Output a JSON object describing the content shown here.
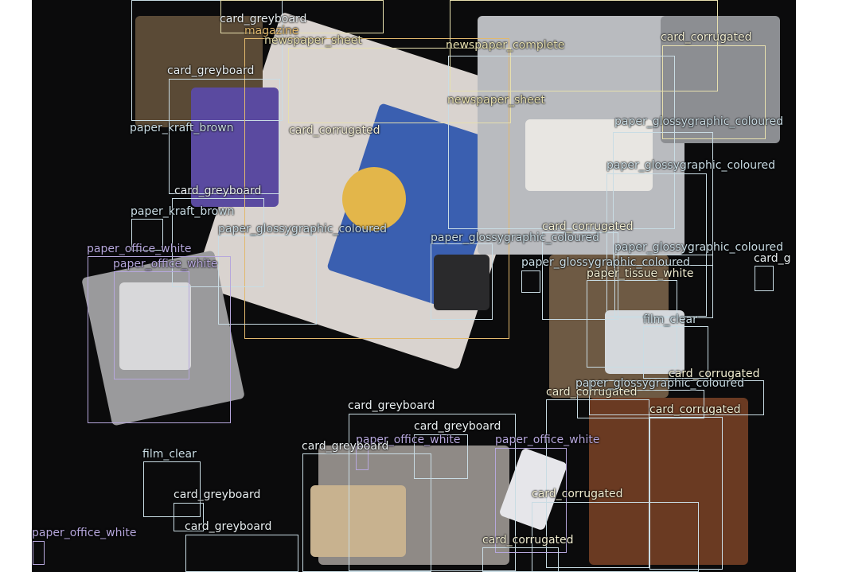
{
  "image": {
    "description_labels": "object detection annotations over a waste-sorting image"
  },
  "colors": {
    "card": "#cfdde3",
    "paper_office_white": "#b6a7dc",
    "newspaper": "#e6dfae",
    "magazine": "#e2b96e",
    "glossy": "#bfd6e4",
    "film": "#bfd6e4"
  },
  "labels": {
    "l1": "card_greyboard",
    "l2": "magazine",
    "l3": "newspaper_sheet",
    "l4": "newspaper_complete",
    "l5": "card_corrugated",
    "l6": "card_greyboard",
    "l7": "newspaper_sheet",
    "l8": "paper_kraft_brown",
    "l9": "card_corrugated",
    "l10": "paper_glossygraphic_coloured",
    "l11": "paper_glossygraphic_coloured",
    "l12": "card_greyboard",
    "l13": "paper_kraft_brown",
    "l14": "paper_glossygraphic_coloured",
    "l15": "paper_glossygraphic_coloured",
    "l16": "card_corrugated",
    "l17": "paper_office_white",
    "l18": "paper_office_white",
    "l19": "paper_glossygraphic_coloured",
    "l20": "paper_glossygraphic_coloured",
    "l21": "card_g",
    "l22": "paper_tissue_white",
    "l23": "film_clear",
    "l24": "card_corrugated",
    "l25": "card_corrugated",
    "l26": "paper_glossygraphic_coloured",
    "l27": "card_corrugated",
    "l28": "card_greyboard",
    "l29": "card_greyboard",
    "l30": "paper_office_white",
    "l31": "paper_office_white",
    "l32": "card_greyboard",
    "l33": "film_clear",
    "l34": "card_greyboard",
    "l35": "card_corrugated",
    "l36": "paper_office_white",
    "l37": "card_greyboard",
    "l38": "card_corrugated"
  }
}
